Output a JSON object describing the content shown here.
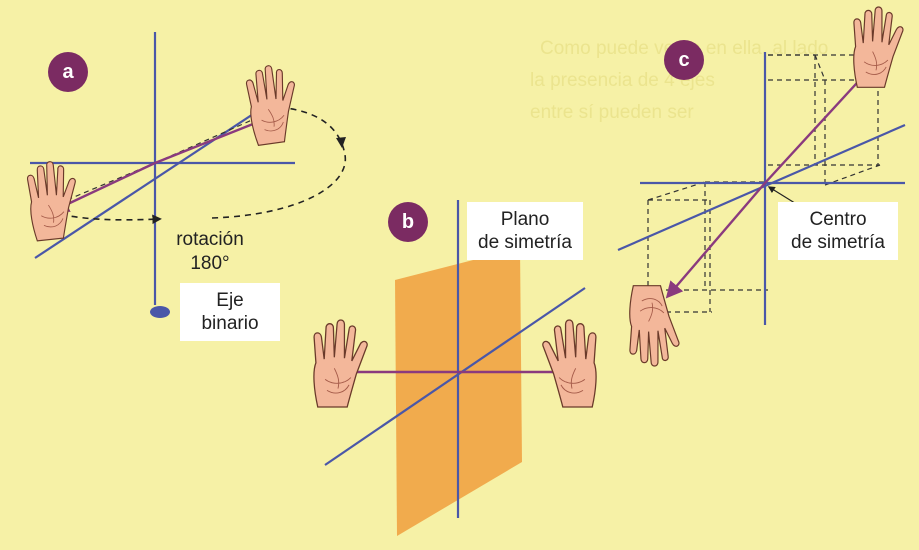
{
  "panels": {
    "a": {
      "badge": "a",
      "rotation_line1": "rotación",
      "rotation_line2": "180°",
      "axis_line1": "Eje",
      "axis_line2": "binario"
    },
    "b": {
      "badge": "b",
      "plane_line1": "Plano",
      "plane_line2": "de simetría"
    },
    "c": {
      "badge": "c",
      "center_line1": "Centro",
      "center_line2": "de simetría"
    }
  },
  "background_text": [
    "Como puede verse en ella, al lado",
    "la presencia de 4 ejes",
    "entre sí pueden ser"
  ],
  "colors": {
    "background": "#f6f1a6",
    "axis": "#4a57a8",
    "arrow": "#8a3a7e",
    "plane": "#f0a545",
    "badge": "#7b2b62",
    "hand": "#f3b79a"
  },
  "icons": [
    "hand-icon",
    "axis-base-ellipse-icon"
  ]
}
